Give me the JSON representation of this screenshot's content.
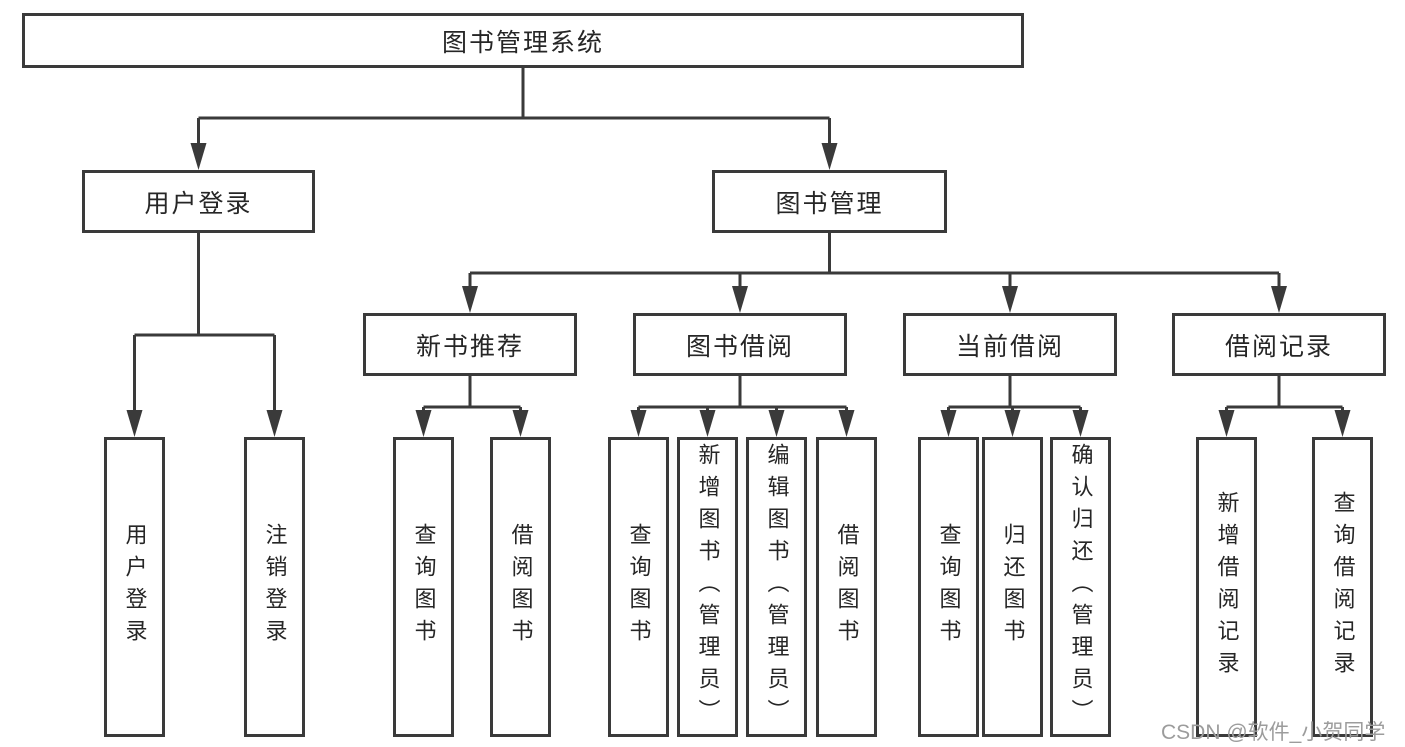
{
  "diagram": {
    "root": {
      "label": "图书管理系统"
    },
    "level2": [
      {
        "label": "用户登录",
        "parent": "图书管理系统"
      },
      {
        "label": "图书管理",
        "parent": "图书管理系统"
      }
    ],
    "level3": [
      {
        "label": "新书推荐",
        "parent": "图书管理"
      },
      {
        "label": "图书借阅",
        "parent": "图书管理"
      },
      {
        "label": "当前借阅",
        "parent": "图书管理"
      },
      {
        "label": "借阅记录",
        "parent": "图书管理"
      }
    ],
    "leaves": [
      {
        "label": "用户登录",
        "parent": "用户登录"
      },
      {
        "label": "注销登录",
        "parent": "用户登录"
      },
      {
        "label": "查询图书",
        "parent": "新书推荐"
      },
      {
        "label": "借阅图书",
        "parent": "新书推荐"
      },
      {
        "label": "查询图书",
        "parent": "图书借阅"
      },
      {
        "label": "新增图书（管理员）",
        "parent": "图书借阅"
      },
      {
        "label": "编辑图书（管理员）",
        "parent": "图书借阅"
      },
      {
        "label": "借阅图书",
        "parent": "图书借阅"
      },
      {
        "label": "查询图书",
        "parent": "当前借阅"
      },
      {
        "label": "归还图书",
        "parent": "当前借阅"
      },
      {
        "label": "确认归还（管理员）",
        "parent": "当前借阅"
      },
      {
        "label": "新增借阅记录",
        "parent": "借阅记录"
      },
      {
        "label": "查询借阅记录",
        "parent": "借阅记录"
      }
    ]
  },
  "watermark": {
    "text": "CSDN @软件_小贺同学"
  },
  "colors": {
    "line": "#3a3a3a",
    "text": "#262626",
    "box_fill": "#ffffff",
    "watermark": "#9c9c9c",
    "background": "#ffffff"
  }
}
